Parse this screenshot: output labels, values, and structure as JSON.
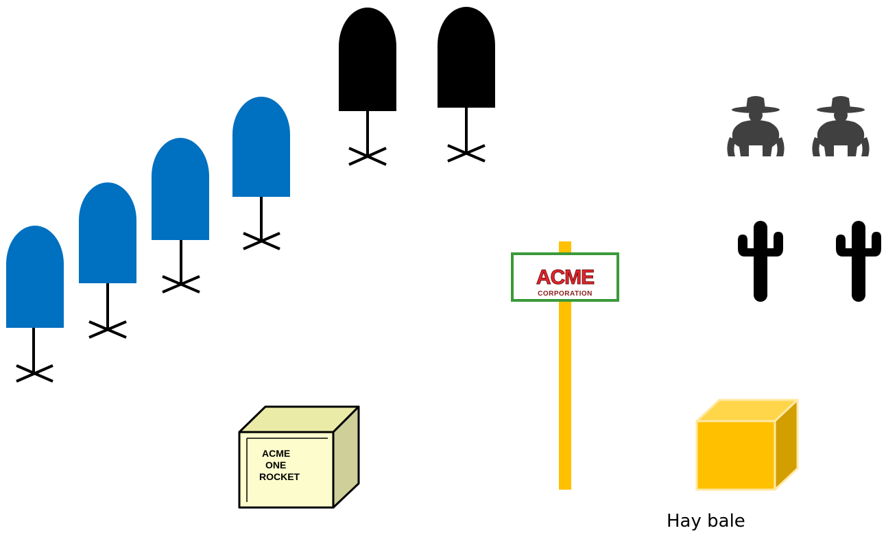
{
  "colors": {
    "blue_marker": "#0070c0",
    "black_marker": "#000000",
    "pole": "#ffc000",
    "sign_border": "#3a9a3a",
    "crate_front": "#fcfccd",
    "crate_top": "#ebeba8",
    "crate_side": "#cfcf9a",
    "bale_front": "#ffc000",
    "bale_top": "#ffd54a",
    "bale_side": "#d29e00",
    "silhouette": "#404040"
  },
  "markers": {
    "blue_count": 4,
    "black_count": 2,
    "marker_icon": "bullet-on-stand-icon"
  },
  "sign": {
    "logo_main": "ACME",
    "logo_sub": "CORPORATION",
    "icon": "acme-sign-icon"
  },
  "crate": {
    "line1": "ACME",
    "line2": "ONE",
    "line3": "ROCKET",
    "icon": "crate-icon"
  },
  "hay_bale": {
    "label": "Hay bale",
    "icon": "hay-bale-cube-icon"
  },
  "figures": {
    "cowboy_icon": "cowboy-silhouette-icon",
    "cowboy_count": 2,
    "cactus_icon": "cactus-icon",
    "cactus_count": 2
  }
}
